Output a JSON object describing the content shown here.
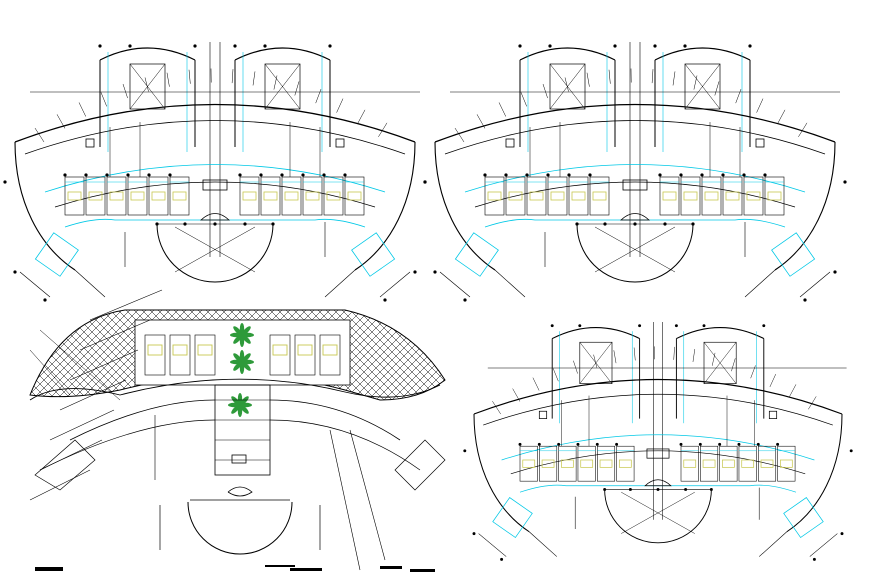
{
  "drawing": {
    "sheets": [
      {
        "id": "floor-plan-top-left"
      },
      {
        "id": "floor-plan-top-right"
      },
      {
        "id": "landscape-plan-bottom-left"
      },
      {
        "id": "floor-plan-bottom-right"
      }
    ],
    "colors": {
      "linework": "#000000",
      "cyan_lines": "#00c8e6",
      "furniture": "#c8c850",
      "planting": "#2e9a3a",
      "background": "#ffffff"
    }
  }
}
